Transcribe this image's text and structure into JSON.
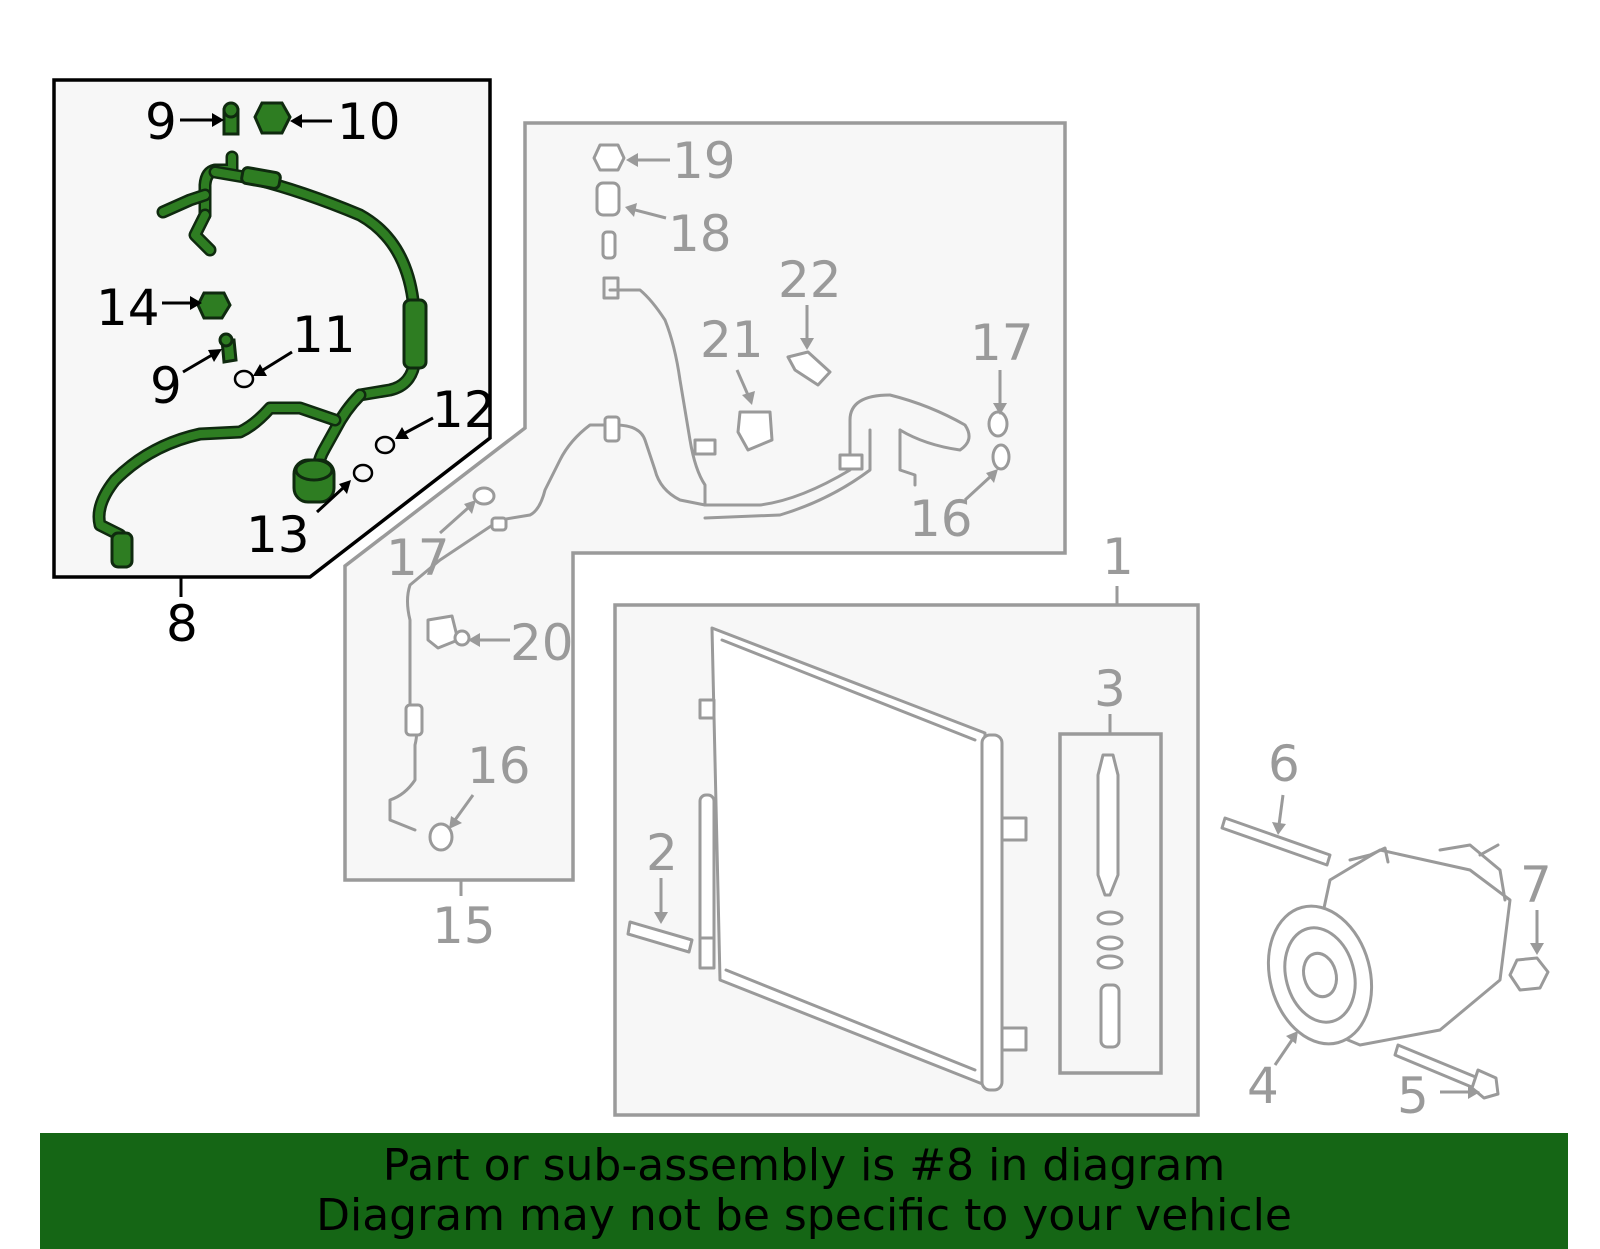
{
  "callouts": {
    "c1": "1",
    "c2": "2",
    "c3": "3",
    "c4": "4",
    "c5": "5",
    "c6": "6",
    "c7": "7",
    "c8": "8",
    "c9a": "9",
    "c9b": "9",
    "c10": "10",
    "c11": "11",
    "c12": "12",
    "c13": "13",
    "c14": "14",
    "c15": "15",
    "c16a": "16",
    "c16b": "16",
    "c17a": "17",
    "c17b": "17",
    "c18": "18",
    "c19": "19",
    "c20": "20",
    "c21": "21",
    "c22": "22"
  },
  "banner": {
    "line1": "Part or sub-assembly is #8 in diagram",
    "line2": "Diagram may not be specific to your vehicle"
  },
  "colors": {
    "highlight": "#2e7d22",
    "banner": "#156615",
    "inactive": "#9a9a9a"
  }
}
